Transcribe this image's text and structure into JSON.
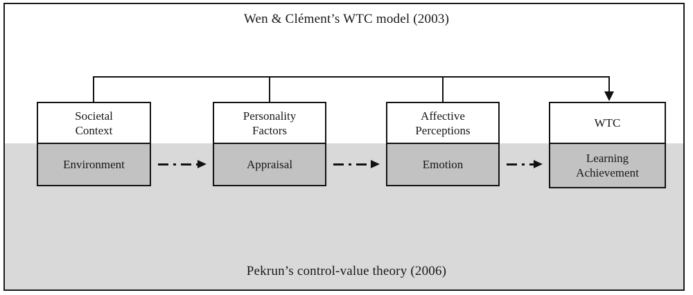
{
  "figure": {
    "top_framework_label": "Wen & Clément’s WTC model (2003)",
    "bottom_framework_label": "Pekrun’s control-value theory  (2006)",
    "colors": {
      "frame_border": "#1a1a1a",
      "band_fill": "#d9d9d9",
      "node_top_fill": "#ffffff",
      "node_bottom_fill": "#c2c2c2",
      "line": "#111111",
      "text": "#171717"
    }
  },
  "nodes": [
    {
      "id": "societal-context",
      "top_label": "Societal\nContext",
      "top_line_1": "Societal",
      "top_line_2": "Context",
      "bottom_label": "Environment"
    },
    {
      "id": "personality-factors",
      "top_label": "Personality\nFactors",
      "top_line_1": "Personality",
      "top_line_2": "Factors",
      "bottom_label": "Appraisal"
    },
    {
      "id": "affective-perceptions",
      "top_label": "Affective\nPerceptions",
      "top_line_1": "Affective",
      "top_line_2": "Perceptions",
      "bottom_label": "Emotion"
    },
    {
      "id": "wtc-outcome",
      "top_label": "WTC",
      "top_line_1": "WTC",
      "top_line_2": "",
      "bottom_label": "Learning\nAchievement",
      "bottom_line_1": "Learning",
      "bottom_line_2": "Achievement"
    }
  ],
  "connectors": {
    "top_bracket": {
      "style": "solid",
      "from_nodes": [
        "societal-context",
        "personality-factors",
        "affective-perceptions"
      ],
      "to_node": "wtc-outcome",
      "arrowhead": "down"
    },
    "flow_arrows": [
      {
        "from": "environment",
        "to": "appraisal",
        "style": "dash-dot",
        "arrowhead": "right"
      },
      {
        "from": "appraisal",
        "to": "emotion",
        "style": "dash-dot",
        "arrowhead": "right"
      },
      {
        "from": "emotion",
        "to": "learning-achievement",
        "style": "dash-dot",
        "arrowhead": "right"
      }
    ]
  }
}
